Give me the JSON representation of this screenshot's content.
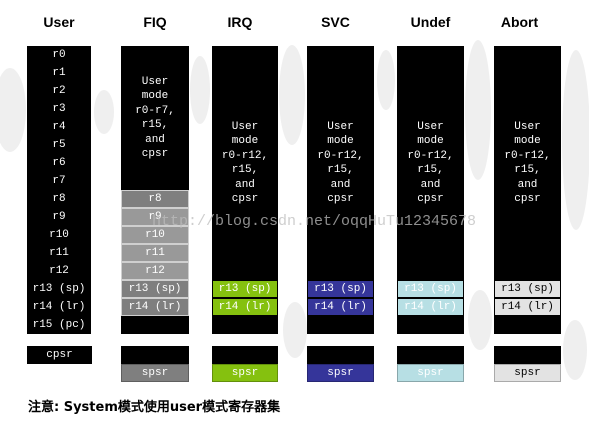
{
  "headers": [
    "User",
    "FIQ",
    "IRQ",
    "SVC",
    "Undef",
    "Abort"
  ],
  "user": {
    "registers": [
      "r0",
      "r1",
      "r2",
      "r3",
      "r4",
      "r5",
      "r6",
      "r7",
      "r8",
      "r9",
      "r10",
      "r11",
      "r12",
      "r13 (sp)",
      "r14 (lr)",
      "r15 (pc)"
    ],
    "cpsr": "cpsr"
  },
  "fiq": {
    "shared": [
      "User",
      "mode",
      "r0-r7,",
      "r15,",
      "and",
      "cpsr"
    ],
    "banked": [
      "r8",
      "r9",
      "r10",
      "r11",
      "r12",
      "r13 (sp)",
      "r14 (lr)"
    ],
    "spsr": "spsr",
    "color": "#7f7f7f",
    "color_light": "#999999",
    "text_color": "#ffffff"
  },
  "irq": {
    "shared": [
      "User",
      "mode",
      "r0-r12,",
      "r15,",
      "and",
      "cpsr"
    ],
    "banked": [
      "r13 (sp)",
      "r14 (lr)"
    ],
    "spsr": "spsr",
    "color": "#85c10f",
    "text_color": "#ffffff"
  },
  "svc": {
    "shared": [
      "User",
      "mode",
      "r0-r12,",
      "r15,",
      "and",
      "cpsr"
    ],
    "banked": [
      "r13 (sp)",
      "r14 (lr)"
    ],
    "spsr": "spsr",
    "color": "#35359a",
    "text_color": "#ffffff"
  },
  "undef": {
    "shared": [
      "User",
      "mode",
      "r0-r12,",
      "r15,",
      "and",
      "cpsr"
    ],
    "banked": [
      "r13 (sp)",
      "r14 (lr)"
    ],
    "spsr": "spsr",
    "color": "#b7dfe4",
    "text_color": "#ffffff"
  },
  "abort": {
    "shared": [
      "User",
      "mode",
      "r0-r12,",
      "r15,",
      "and",
      "cpsr"
    ],
    "banked": [
      "r13 (sp)",
      "r14 (lr)"
    ],
    "spsr": "spsr",
    "color": "#e3e3e3",
    "text_color": "#000000"
  },
  "note": "注意: System模式使用user模式寄存器集",
  "watermark": "http://blog.csdn.net/oqqHuTu12345678"
}
